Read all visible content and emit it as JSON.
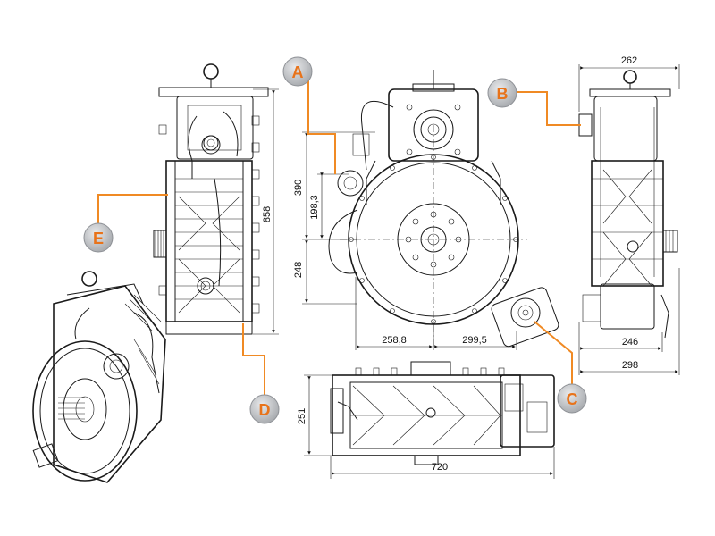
{
  "callouts": {
    "a": {
      "label": "A",
      "color": "#e8731a"
    },
    "b": {
      "label": "B",
      "color": "#e8731a"
    },
    "c": {
      "label": "C",
      "color": "#e8731a"
    },
    "d": {
      "label": "D",
      "color": "#e8731a"
    },
    "e": {
      "label": "E",
      "color": "#e8731a"
    }
  },
  "dimensions": {
    "side_height": "858",
    "front_390": "390",
    "front_198": "198,3",
    "front_248": "248",
    "front_258": "258,8",
    "front_299": "299,5",
    "right_262": "262",
    "right_246": "246",
    "right_298": "298",
    "bottom_251": "251",
    "bottom_720": "720"
  },
  "colors": {
    "leader": "#f08a24",
    "callout_fill": "#c7c9cc",
    "line": "#1a1a1a"
  }
}
